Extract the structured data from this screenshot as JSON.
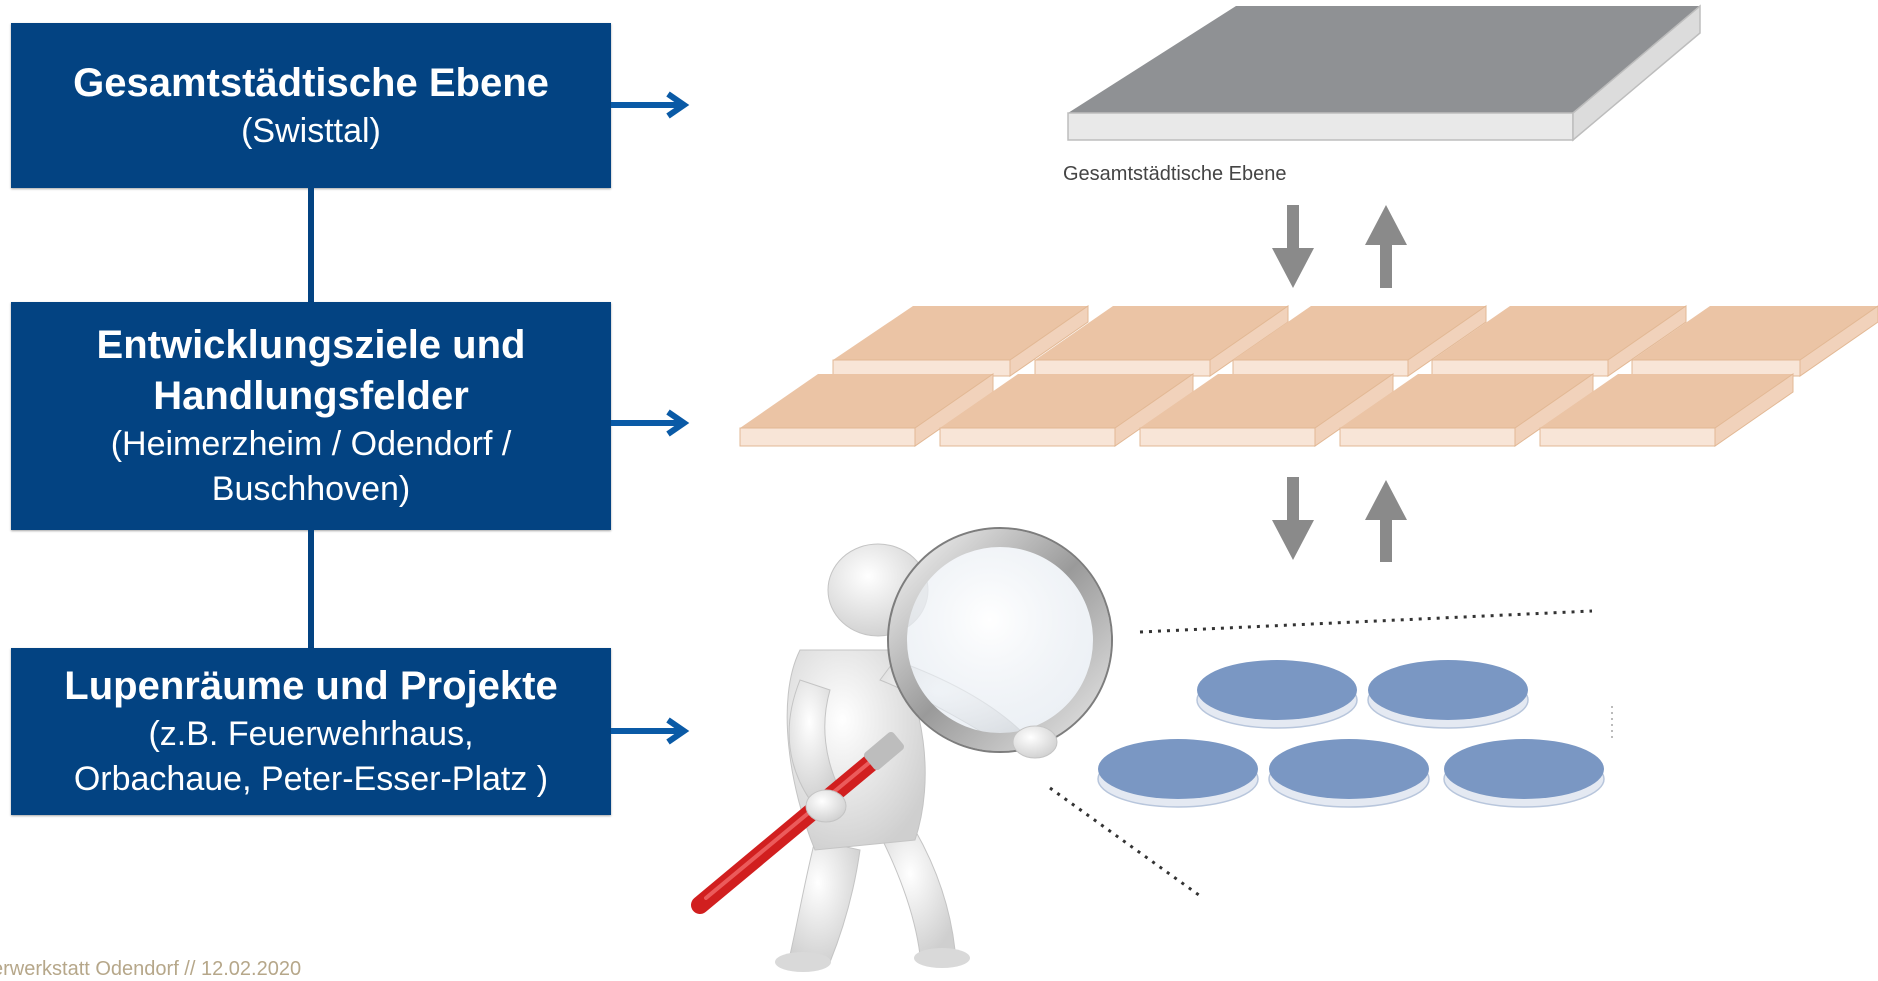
{
  "boxes": {
    "level1": {
      "title": "Gesamtstädtische  Ebene",
      "sub": "(Swisttal)"
    },
    "level2": {
      "title_line1": "Entwicklungsziele  und",
      "title_line2": "Handlungsfelder",
      "sub_line1": "(Heimerzheim / Odendorf /",
      "sub_line2": "Buschhoven)"
    },
    "level3": {
      "title": "Lupenräume  und Projekte",
      "sub_line1": "(z.B. Feuerwehrhaus,",
      "sub_line2": "Orbachaue, Peter-Esser-Platz )"
    }
  },
  "graphic": {
    "plate_caption": "Gesamtstädtische   Ebene"
  },
  "footer": {
    "text": "erwerkstatt Odendorf // 12.02.2020"
  },
  "colors": {
    "box_blue": "#034382",
    "connector_blue": "#0A5AA6",
    "plate_gray": "#8f9194",
    "tile_tan": "#EBC4A5",
    "disc_blue": "#7A97C3",
    "arrow_gray": "#8a8a8a",
    "magnifier_handle_red": "#d11f1f",
    "footer_tan": "#b6a78a"
  }
}
